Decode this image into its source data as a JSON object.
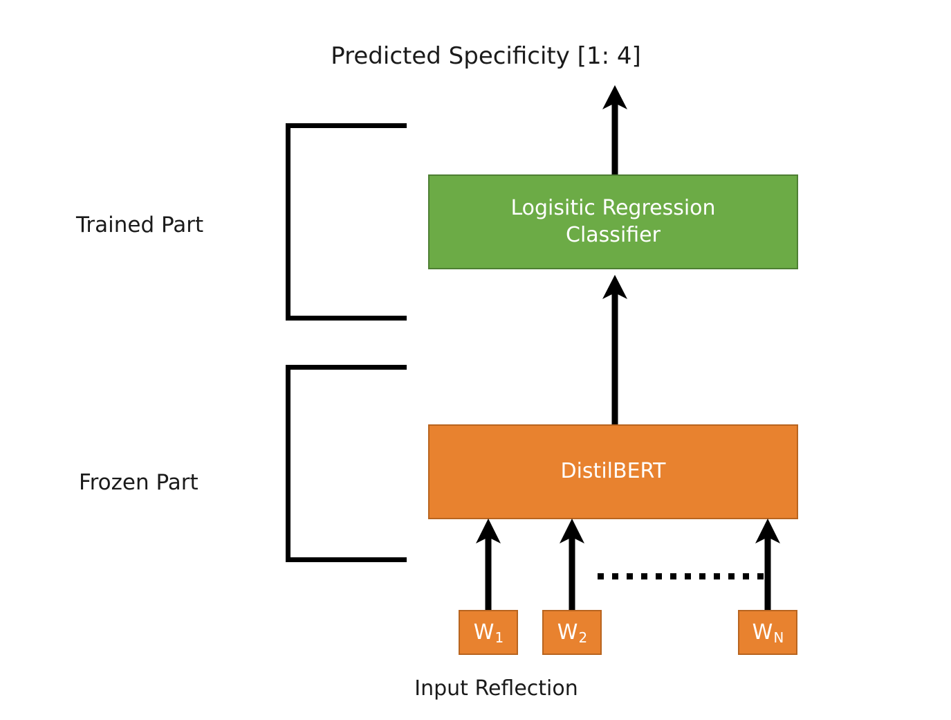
{
  "diagram": {
    "title": "Predicted Specificity [1: 4]",
    "bottom_label": "Input Reflection",
    "colors": {
      "trained_block": "#6CAB46",
      "trained_block_border": "#4E7F33",
      "frozen_block": "#E8822F",
      "frozen_block_border": "#B8641F",
      "arrow": "#000000",
      "bracket": "#000000",
      "background": "#FFFFFF",
      "box_text": "#FFFFFF",
      "label_text": "#1A1A1A"
    },
    "groups": [
      {
        "id": "trained",
        "label": "Trained Part"
      },
      {
        "id": "frozen",
        "label": "Frozen Part"
      }
    ],
    "blocks": [
      {
        "id": "classifier",
        "line1": "Logisitic Regression",
        "line2": "Classifier",
        "group": "trained",
        "color": "#6CAB46"
      },
      {
        "id": "distilbert",
        "label": "DistilBERT",
        "group": "frozen",
        "color": "#E8822F"
      }
    ],
    "tokens": [
      {
        "id": "w1",
        "base": "W",
        "sub": "1"
      },
      {
        "id": "w2",
        "base": "W",
        "sub": "2"
      },
      {
        "id": "wn",
        "base": "W",
        "sub": "N"
      }
    ],
    "ellipsis": {
      "style": "square-dots",
      "count": 12
    },
    "arrows": [
      {
        "id": "classifier-to-output",
        "from": "classifier",
        "to": "output-label",
        "direction": "up"
      },
      {
        "id": "distilbert-to-classifier",
        "from": "distilbert",
        "to": "classifier",
        "direction": "up"
      },
      {
        "id": "w1-to-distilbert",
        "from": "w1",
        "to": "distilbert",
        "direction": "up"
      },
      {
        "id": "w2-to-distilbert",
        "from": "w2",
        "to": "distilbert",
        "direction": "up"
      },
      {
        "id": "wn-to-distilbert",
        "from": "wn",
        "to": "distilbert",
        "direction": "up"
      }
    ]
  }
}
